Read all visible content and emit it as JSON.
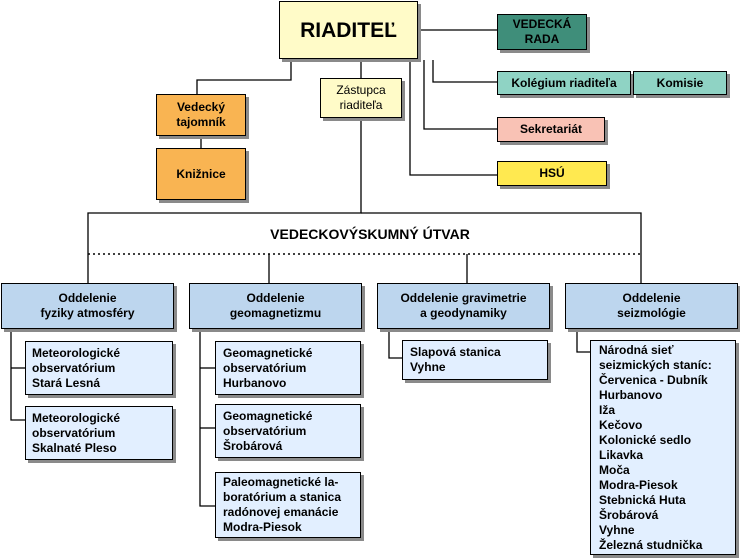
{
  "colors": {
    "director": "#fffbc8",
    "science_board": "#3f8e7a",
    "deputy": "#fffbc8",
    "secretary": "#f9b452",
    "collegium": "#8fd3c4",
    "secretariat": "#f9c2b5",
    "hsu": "#ffe950",
    "department": "#bdd6ee",
    "unit": "#e2efff"
  },
  "director": "RIADITEĽ",
  "science_board": "VEDECKÁ\nRADA",
  "collegium": "Kolégium riaditeľa",
  "commissions": "Komisie",
  "deputy": "Zástupca\nriaditeľa",
  "secretary": "Vedecký\ntajomník",
  "library": "Knižnice",
  "secretariat": "Sekretariát",
  "hsu": "HSÚ",
  "research_unit": "VEDECKOVÝSKUMNÝ ÚTVAR",
  "departments": [
    {
      "name": "Oddelenie\nfyziky atmosféry",
      "units": [
        "Meteorologické\nobservatórium\nStará Lesná",
        "Meteorologické\nobservatórium\nSkalnaté Pleso"
      ]
    },
    {
      "name": "Oddelenie\ngeomagnetizmu",
      "units": [
        "Geomagnetické\nobservatórium\nHurbanovo",
        "Geomagnetické\nobservatórium\nŠrobárová",
        "Paleomagnetické la-\nboratórium a stanica\nradónovej emanácie\nModra-Piesok"
      ]
    },
    {
      "name": "Oddelenie gravimetrie\na geodynamiky",
      "units": [
        "Slapová stanica\nVyhne"
      ]
    },
    {
      "name": "Oddelenie\nseizmológie",
      "units": [
        "Národná sieť\nseizmických staníc:\nČervenica - Dubník\nHurbanovo\nIža\nKečovo\nKolonické sedlo\nLikavka\nMoča\nModra-Piesok\nStebnická Huta\nŠrobárová\nVyhne\nŽelezná studnička"
      ]
    }
  ]
}
